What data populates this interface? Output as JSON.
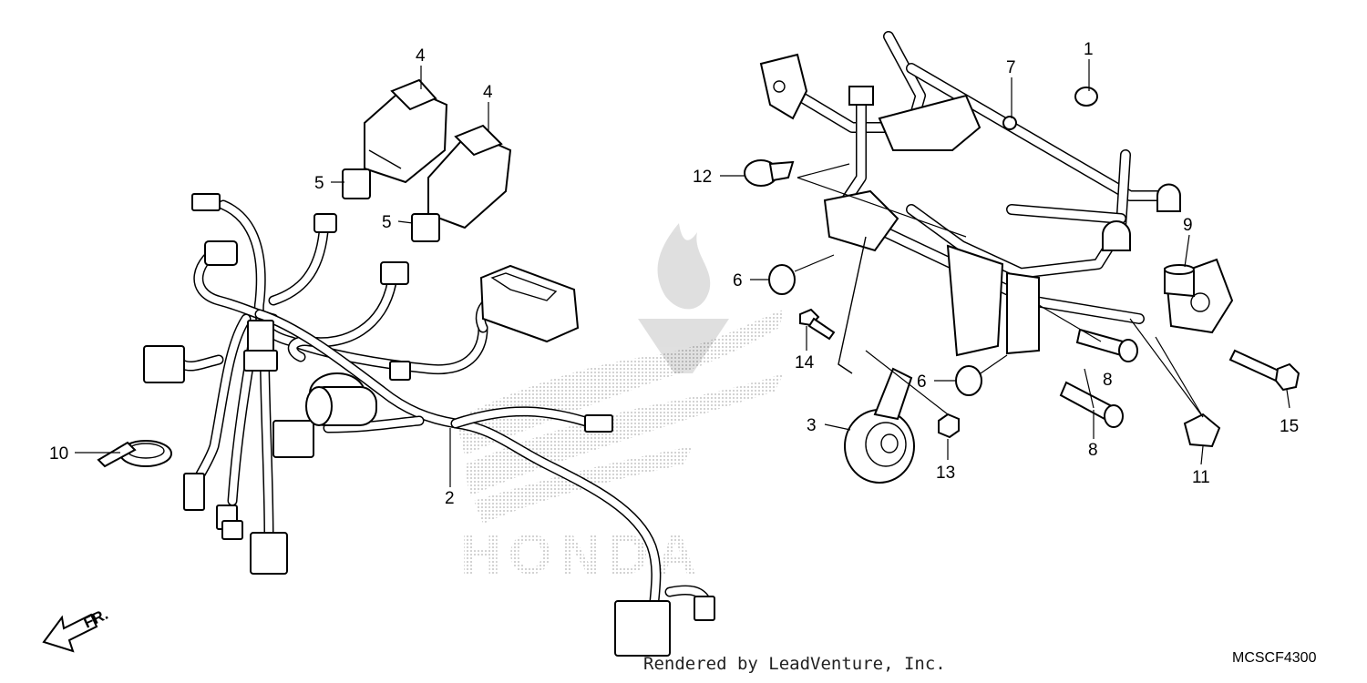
{
  "diagram": {
    "code": "MCSCF4300",
    "credit": "Rendered by LeadVenture, Inc.",
    "direction_label": "FR.",
    "watermark_brand": "HONDA",
    "callouts": {
      "c1": "1",
      "c2": "2",
      "c3": "3",
      "c4a": "4",
      "c4b": "4",
      "c5a": "5",
      "c5b": "5",
      "c6a": "6",
      "c6b": "6",
      "c7": "7",
      "c8a": "8",
      "c8b": "8",
      "c9": "9",
      "c10": "10",
      "c11": "11",
      "c12": "12",
      "c13": "13",
      "c14": "14",
      "c15": "15"
    }
  }
}
